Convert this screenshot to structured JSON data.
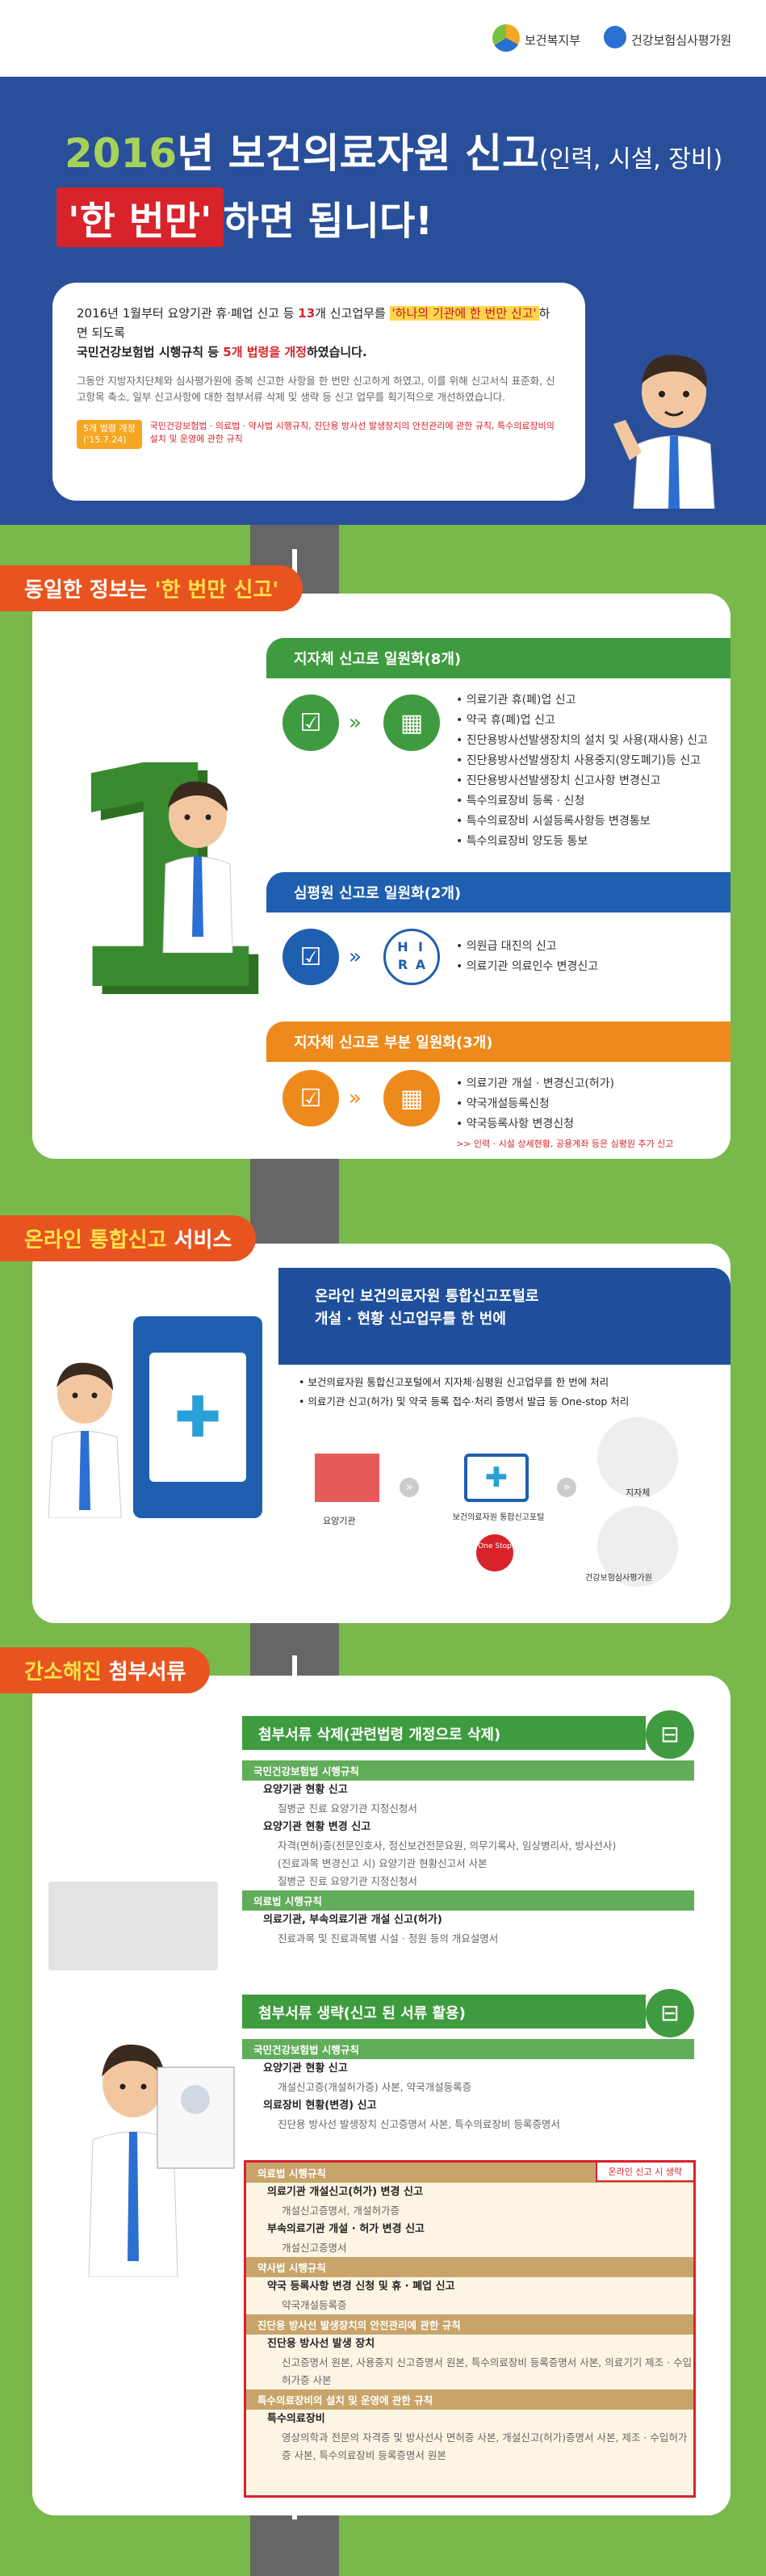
{
  "header": {
    "mohw_logo": "보건복지부",
    "hira_logo": "건강보험심사평가원"
  },
  "hero": {
    "year": "2016",
    "title_main": "년 보건의료자원 신고",
    "title_sub": "(인력, 시설, 장비)",
    "slogan_highlight": "'한 번만'",
    "slogan_rest": "하면 됩니다!"
  },
  "intro": {
    "line1_a": "2016년 1월부터 요양기관 휴·폐업 신고 등 ",
    "line1_num": "13",
    "line1_b": "개 신고업무를 ",
    "line1_hl": "'하나의 기관에 한 번만 신고'",
    "line1_c": "하면 되도록",
    "line2_a": "국민건강보험법 시행규칙 등 ",
    "line2_red": "5개 법령을 개정",
    "line2_b": "하였습니다.",
    "paragraph": "그동안 지방자치단체와 심사평가원에 중복 신고한 사항을 한 번만 신고하게 하였고, 이를 위해 신고서식 표준화, 신고항목 축소, 일부 신고사항에 대한 첨부서류 삭제 및 생략 등 신고 업무를 획기적으로 개선하였습니다.",
    "badge": "5개 법령 개정",
    "badge_date": "('15.7.24)",
    "law_list": "국민건강보험법 · 의료법 · 약사법 시행규칙, 진단용 방사선 발생장치의 안전관리에 관한 규칙, 특수의료장비의 설치 및 운영에 관한 규칙"
  },
  "section1": {
    "banner_a": "동일한 정보는 ",
    "banner_b": "'한 번만 신고'",
    "big_number": "1",
    "group1": {
      "title": "지자체 신고로 일원화(8개)",
      "items": [
        "의료기관 휴(폐)업 신고",
        "약국 휴(폐)업 신고",
        "진단용방사선발생장치의 설치 및 사용(재사용) 신고",
        "진단용방사선발생장치 사용중지(양도폐기)등 신고",
        "진단용방사선발생장치 신고사항 변경신고",
        "특수의료장비 등록 · 신청",
        "특수의료장비 시설등록사항등 변경통보",
        "특수의료장비 양도등 통보"
      ]
    },
    "group2": {
      "title": "심평원 신고로 일원화(2개)",
      "hira_letters": [
        "H",
        "I",
        "R",
        "A"
      ],
      "items": [
        "의원급 대진의 신고",
        "의료기관 의료인수 변경신고"
      ]
    },
    "group3": {
      "title": "지자체 신고로 부분 일원화(3개)",
      "items": [
        "의료기관 개설 · 변경신고(허가)",
        "약국개설등록신청",
        "약국등록사항 변경신청"
      ],
      "note": ">> 인력 · 시설 상세현황, 공용계좌 등은 심평원 추가 신고"
    }
  },
  "section2": {
    "banner_a": "온라인 통합신고",
    "banner_b": " 서비스",
    "title_l1": "온라인 보건의료자원 통합신고포털로",
    "title_l2": "개설 · 현황 신고업무를 한 번에",
    "bullet1": "보건의료자원 통합신고포털에서 지자체·심평원 신고업무를 한 번에 처리",
    "bullet2": "의료기관 신고(허가) 및 약국 등록 접수·처리 증명서 발급 등 One-stop 처리",
    "flow_hospital": "요양기관",
    "flow_portal": "보건의료자원 통합신고포털",
    "flow_local": "지자체",
    "flow_hira": "건강보험심사평가원",
    "one_stop": "One Stop"
  },
  "section3": {
    "banner_a": "간소해진",
    "banner_b": " 첨부서류",
    "delete_title": "첨부서류 삭제(관련법령 개정으로 삭제)",
    "delete": {
      "h1": "국민건강보험법 시행규칙",
      "t1": "요양기관 현황 신고",
      "s1": "질병군 진료 요양기관 지정신청서",
      "t2": "요양기관 현황 변경 신고",
      "s2a": "자격(면허)증(전문인호사, 정신보건전문요원, 의무기록사, 임상병리사, 방사선사)",
      "s2b": "(진료과목 변경신고 시) 요양기관 현황신고서 사본",
      "s2c": "질병군 진료 요양기관 지정신청서",
      "h2": "의료법 시행규칙",
      "t3": "의료기관, 부속의료기관 개설 신고(허가)",
      "s3": "진료과목 및 진료과목별 시설 · 정원 등의 개요설명서"
    },
    "omit_title": "첨부서류 생략(신고 된 서류 활용)",
    "omit": {
      "h1": "국민건강보험법 시행규칙",
      "t1": "요양기관 현황 신고",
      "s1": "개설신고증(개설허가증) 사본, 약국개설등록증",
      "t2": "의료장비 현황(변경) 신고",
      "s2": "진단용 방사선 발생장치 신고증명서 사본, 특수의료장비 등록증명서",
      "online_tag": "온라인 신고 시 생략",
      "h2": "의료법 시행규칙",
      "t3": "의료기관 개설신고(허가) 변경 신고",
      "s3": "개설신고증명서, 개설허가증",
      "t4": "부속의료기관 개설 · 허가 변경 신고",
      "s4": "개설신고증명서",
      "h3": "약사법 시행규칙",
      "t5": "약국 등록사항 변경 신청 및 휴 · 폐업 신고",
      "s5": "약국개설등록증",
      "h4": "진단용 방사선 발생장치의 안전관리에 관한 규칙",
      "t6": "진단용 방사선 발생 장치",
      "s6": "신고증명서 원본, 사용중지 신고증명서 원본, 특수의료장비 등록증명서 사본, 의료기기 제조 · 수입허가증 사본",
      "h5": "특수의료장비의 설치 및 운영에 관한 규칙",
      "t7": "특수의료장비",
      "s7": "영상의학과 전문의 자격증 및 방사선사 면허증 사본, 개설신고(허가)증명서 사본, 제조 · 수입허가증 사본, 특수의료장비 등록증명서 원본"
    }
  }
}
